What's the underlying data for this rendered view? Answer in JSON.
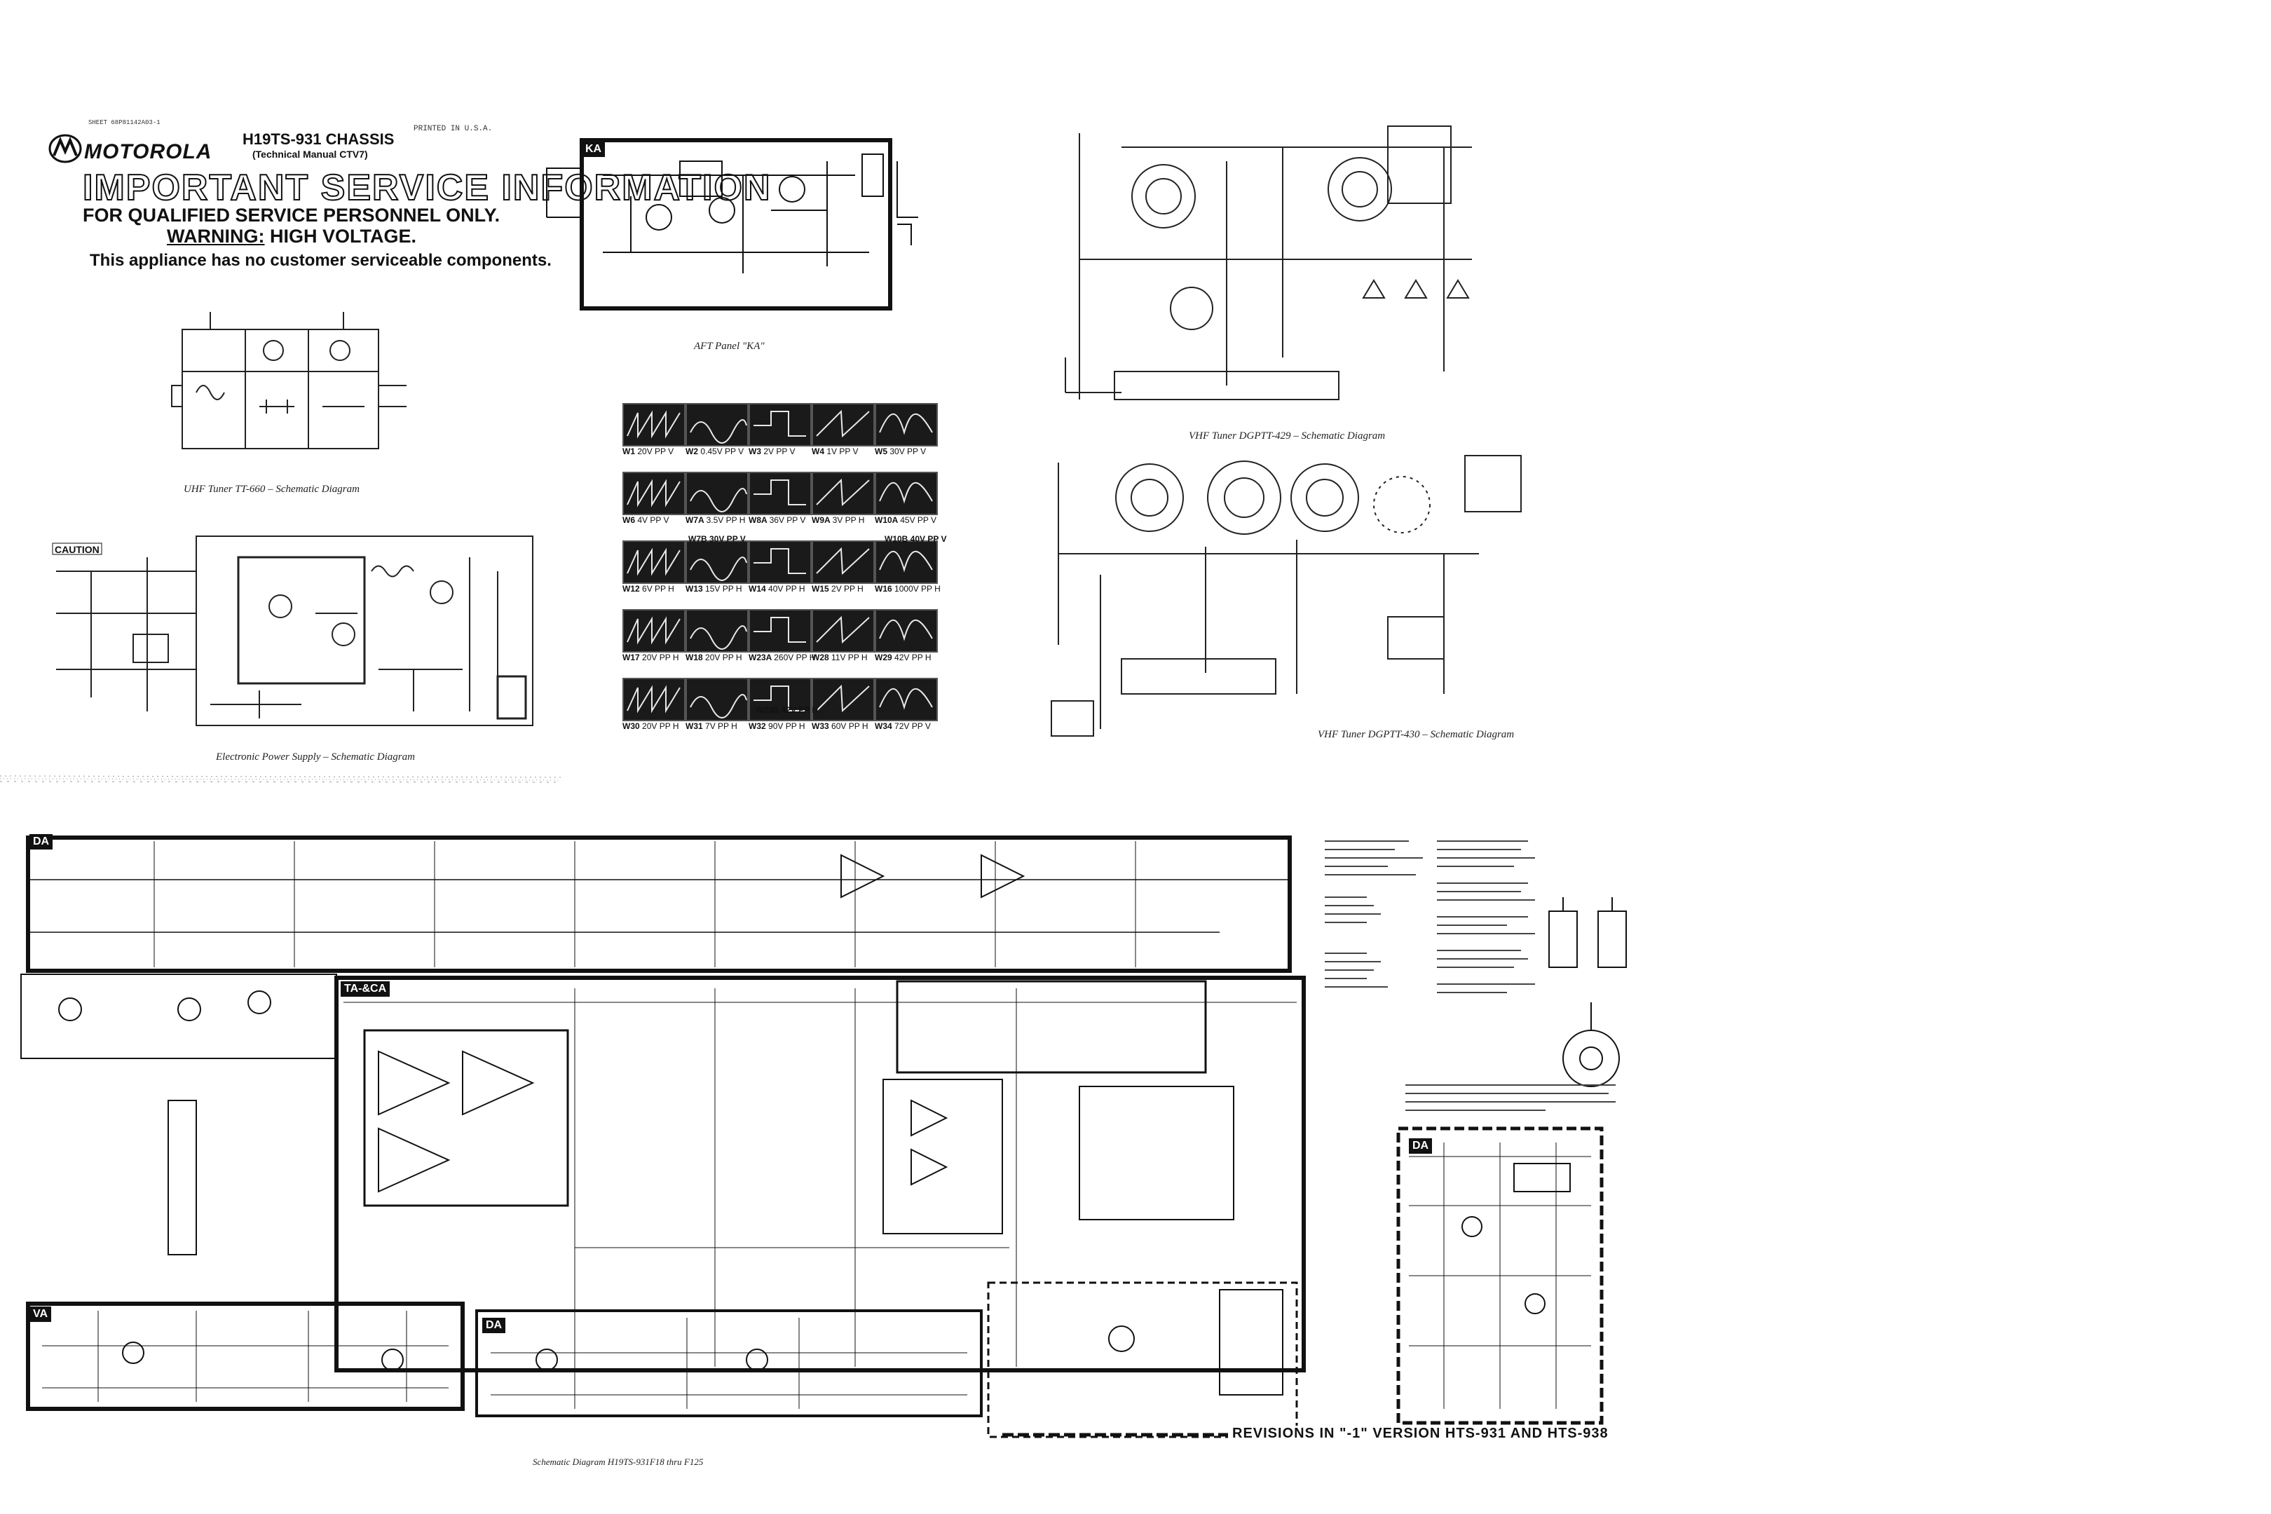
{
  "header": {
    "part_number": "SHEET 68P81142A03-1",
    "brand": "MOTOROLA",
    "chassis": "H19TS-931 CHASSIS",
    "manual": "(Technical Manual CTV7)",
    "printed": "PRINTED IN U.S.A.",
    "banner": "IMPORTANT SERVICE INFORMATION",
    "qualified": "FOR QUALIFIED SERVICE PERSONNEL ONLY.",
    "warning_label": "WARNING:",
    "warning_text": "HIGH VOLTAGE.",
    "appliance": "This appliance has no customer serviceable components."
  },
  "captions": {
    "uhf_tuner": "UHF Tuner TT-660 – Schematic Diagram",
    "power_supply": "Electronic Power Supply – Schematic Diagram",
    "aft_panel": "AFT Panel \"KA\"",
    "vhf_429": "VHF Tuner DGPTT-429 – Schematic Diagram",
    "vhf_430": "VHF Tuner DGPTT-430 – Schematic Diagram",
    "main": "Schematic Diagram H19TS-931F18 thru F125",
    "revisions": "REVISIONS IN \"-1\" VERSION HTS-931 AND HTS-938",
    "caution": "CAUTION"
  },
  "panels": {
    "ka": "KA",
    "da": "DA",
    "taca": "TA-&CA",
    "va": "VA",
    "da_b": "DA",
    "da_rev": "DA"
  },
  "waveforms": [
    {
      "id": "W1",
      "value": "20V PP V"
    },
    {
      "id": "W2",
      "value": "0.45V PP V"
    },
    {
      "id": "W3",
      "value": "2V PP V"
    },
    {
      "id": "W4",
      "value": "1V PP V"
    },
    {
      "id": "W5",
      "value": "30V PP V"
    },
    {
      "id": "W6",
      "value": "4V PP V"
    },
    {
      "id": "W7A",
      "value": "3.5V PP H"
    },
    {
      "id": "W8A",
      "value": "36V PP V"
    },
    {
      "id": "W9A",
      "value": "3V PP H"
    },
    {
      "id": "W10A",
      "value": "45V PP V"
    },
    {
      "id": "W12",
      "value": "6V PP H"
    },
    {
      "id": "W13",
      "value": "15V PP H"
    },
    {
      "id": "W14",
      "value": "40V PP H"
    },
    {
      "id": "W15",
      "value": "2V PP H"
    },
    {
      "id": "W16",
      "value": "1000V PP H"
    },
    {
      "id": "W17",
      "value": "20V PP H"
    },
    {
      "id": "W18",
      "value": "20V PP H"
    },
    {
      "id": "W23A",
      "value": "260V PP H"
    },
    {
      "id": "W28",
      "value": "11V PP H"
    },
    {
      "id": "W29",
      "value": "42V PP H"
    },
    {
      "id": "W30",
      "value": "20V PP H"
    },
    {
      "id": "W31",
      "value": "7V PP H"
    },
    {
      "id": "W32",
      "value": "90V PP H"
    },
    {
      "id": "W33",
      "value": "60V PP H"
    },
    {
      "id": "W34",
      "value": "72V PP V"
    }
  ],
  "waveform_extras": {
    "w7b": "W7B  30V PP V",
    "w10b": "W10B  40V PP V",
    "w23b": "W23B  42V PP H"
  }
}
